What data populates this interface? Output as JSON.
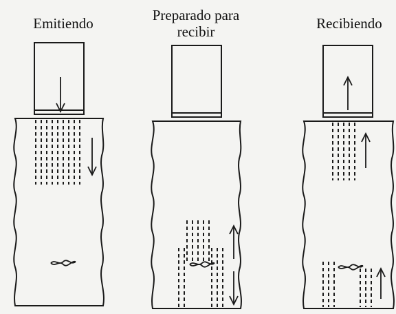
{
  "panels": [
    {
      "label": "Emitiendo"
    },
    {
      "label": "Preparado para\nrecibir"
    },
    {
      "label": "Recibiendo"
    }
  ],
  "colors": {
    "ink": "#1a1a1a",
    "paper": "#f4f4f2"
  },
  "icons": [
    "transducer-probe",
    "down-arrow",
    "up-arrow",
    "double-arrow",
    "defect-mark",
    "dashed-wave-lines"
  ]
}
